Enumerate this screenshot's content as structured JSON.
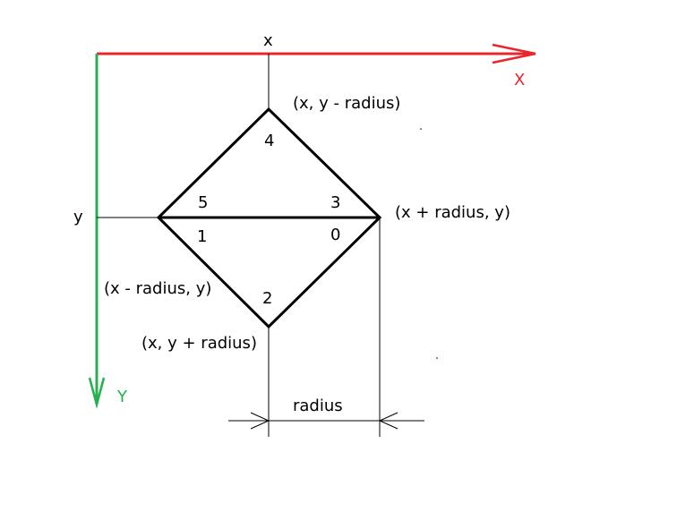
{
  "colors": {
    "x_axis": "#e8262b",
    "y_axis": "#22b14c",
    "ink": "#000000",
    "background": "#ffffff"
  },
  "axes": {
    "x_axis_label": "X",
    "y_axis_label": "Y"
  },
  "guides": {
    "x_label": "x",
    "y_label": "y"
  },
  "points": {
    "top": "(x, y - radius)",
    "right": "(x + radius, y)",
    "left": "(x - radius, y)",
    "bottom": "(x, y + radius)"
  },
  "vertex_indices": {
    "top": "4",
    "upper_left": "5",
    "upper_right": "3",
    "lower_left": "1",
    "lower_right": "0",
    "bottom": "2"
  },
  "dimension": {
    "label": "radius"
  }
}
